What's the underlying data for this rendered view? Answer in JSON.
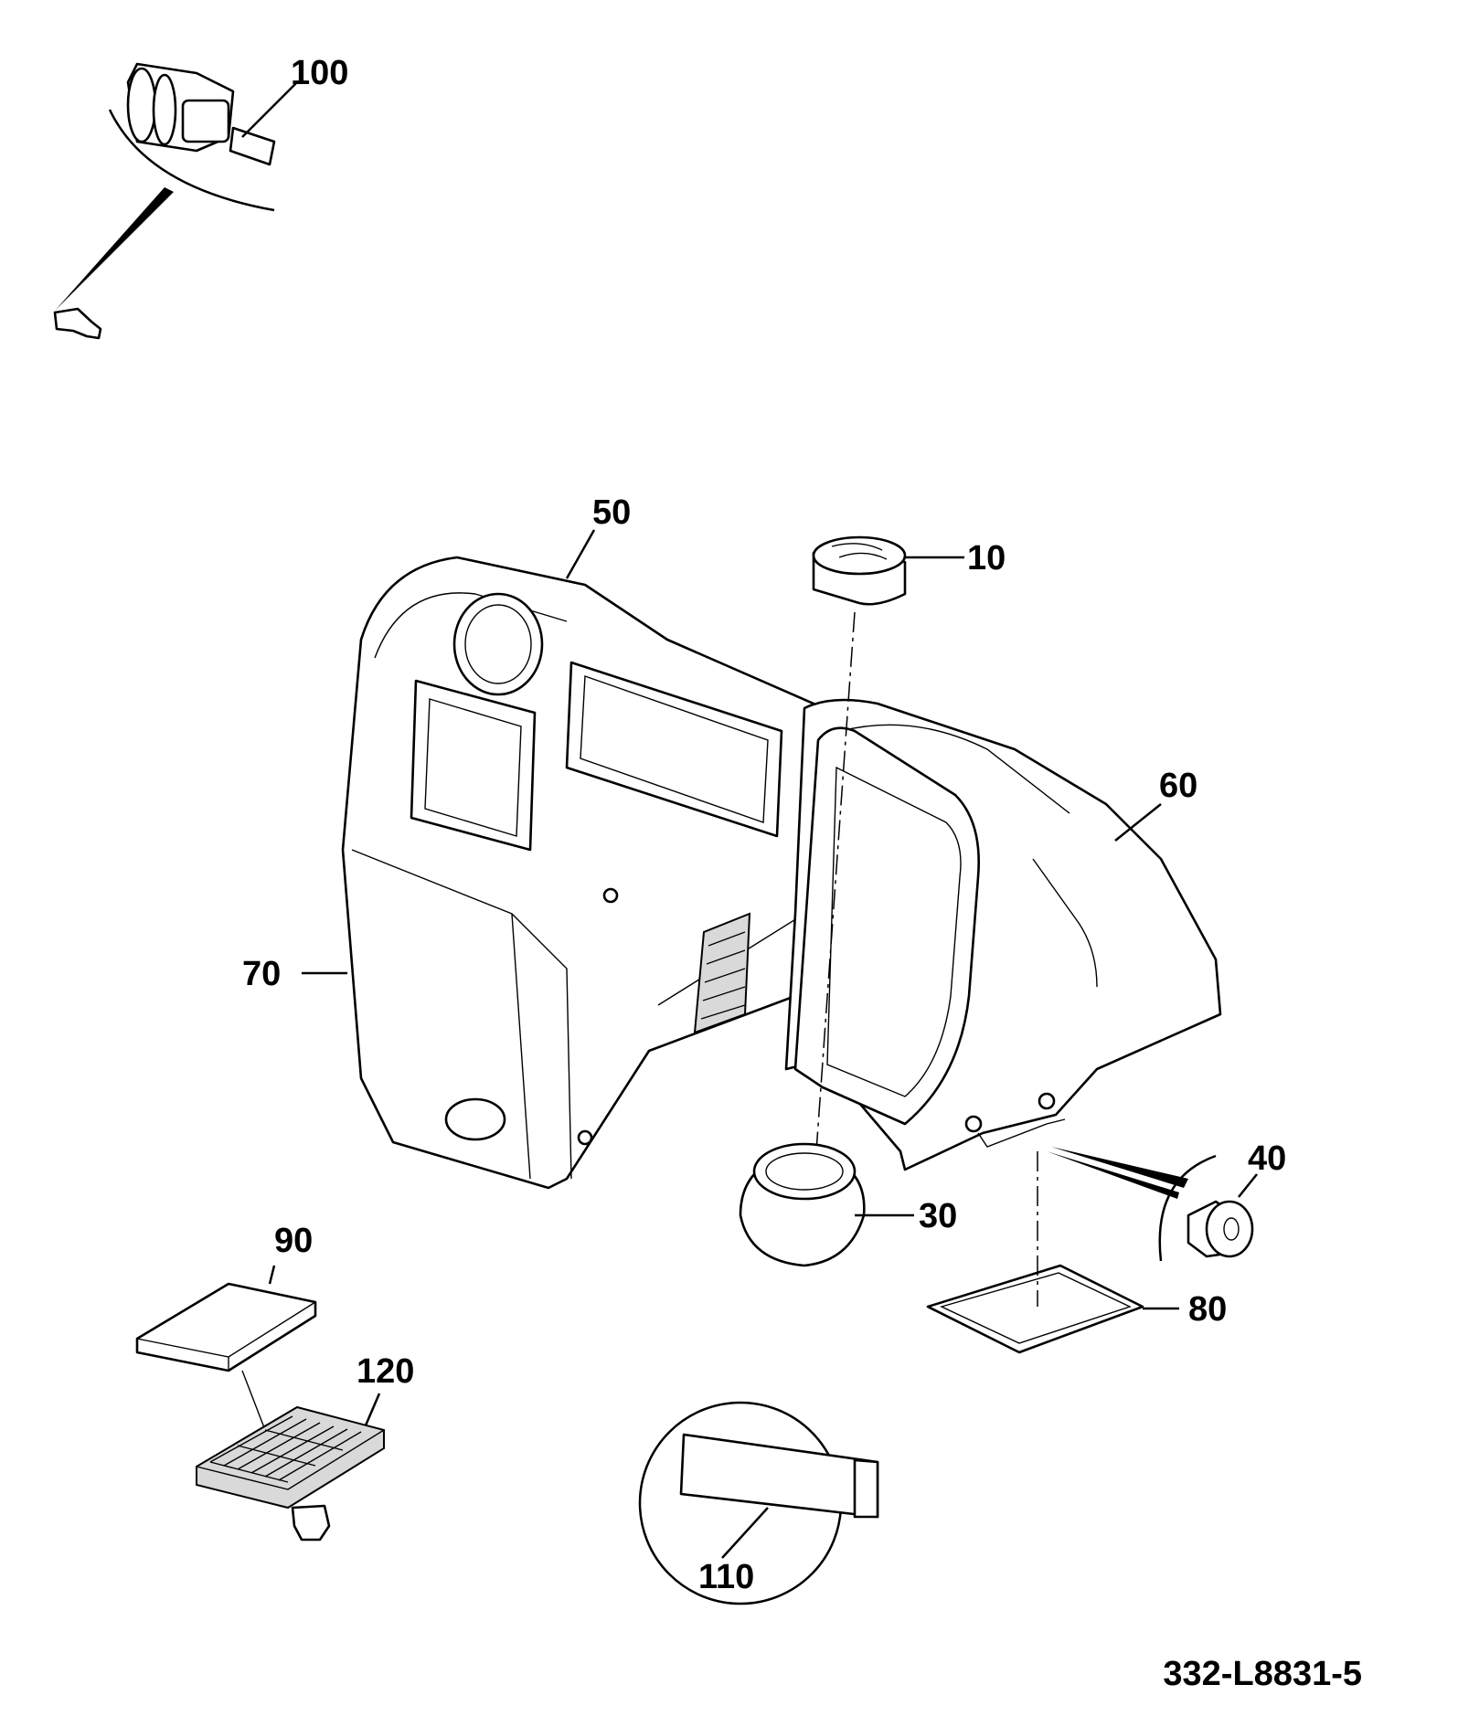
{
  "callouts": {
    "c10": "10",
    "c30": "30",
    "c40": "40",
    "c50": "50",
    "c60": "60",
    "c70": "70",
    "c80": "80",
    "c90": "90",
    "c100": "100",
    "c110": "110",
    "c120": "120"
  },
  "drawing_code": "332-L8831-5"
}
